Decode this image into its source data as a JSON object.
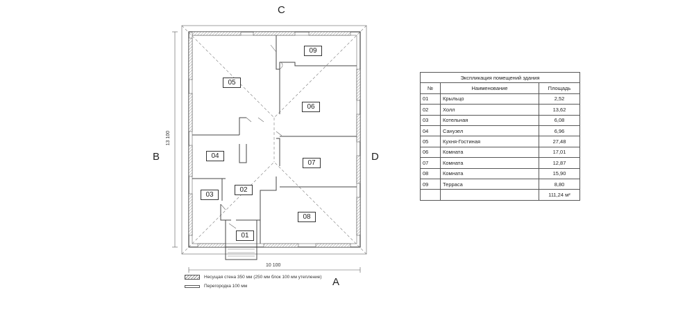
{
  "facades": {
    "top": "C",
    "left": "B",
    "right": "D",
    "bottom": "A"
  },
  "dimensions": {
    "width": "10 100",
    "height": "13 100"
  },
  "rooms": {
    "r01": "01",
    "r02": "02",
    "r03": "03",
    "r04": "04",
    "r05": "05",
    "r06": "06",
    "r07": "07",
    "r08": "08",
    "r09": "09"
  },
  "legend": {
    "bearing_wall": "Несущая стена 350 мм (250 мм блок 100 мм утепление)",
    "partition": "Перегородка 100 мм"
  },
  "table": {
    "caption": "Экспликация помещений здания",
    "headers": {
      "num": "№",
      "name": "Наименование",
      "area": "Площадь"
    },
    "rows": [
      {
        "num": "01",
        "name": "Крыльцо",
        "area": "2,52"
      },
      {
        "num": "02",
        "name": "Холл",
        "area": "13,62"
      },
      {
        "num": "03",
        "name": "Котельная",
        "area": "6,08"
      },
      {
        "num": "04",
        "name": "Санузел",
        "area": "6,96"
      },
      {
        "num": "05",
        "name": "Кухня-Гостиная",
        "area": "27,48"
      },
      {
        "num": "06",
        "name": "Комната",
        "area": "17,01"
      },
      {
        "num": "07",
        "name": "Комната",
        "area": "12,87"
      },
      {
        "num": "08",
        "name": "Комната",
        "area": "15,90"
      },
      {
        "num": "09",
        "name": "Терраса",
        "area": "8,80"
      }
    ],
    "total": "111,24 м²"
  }
}
